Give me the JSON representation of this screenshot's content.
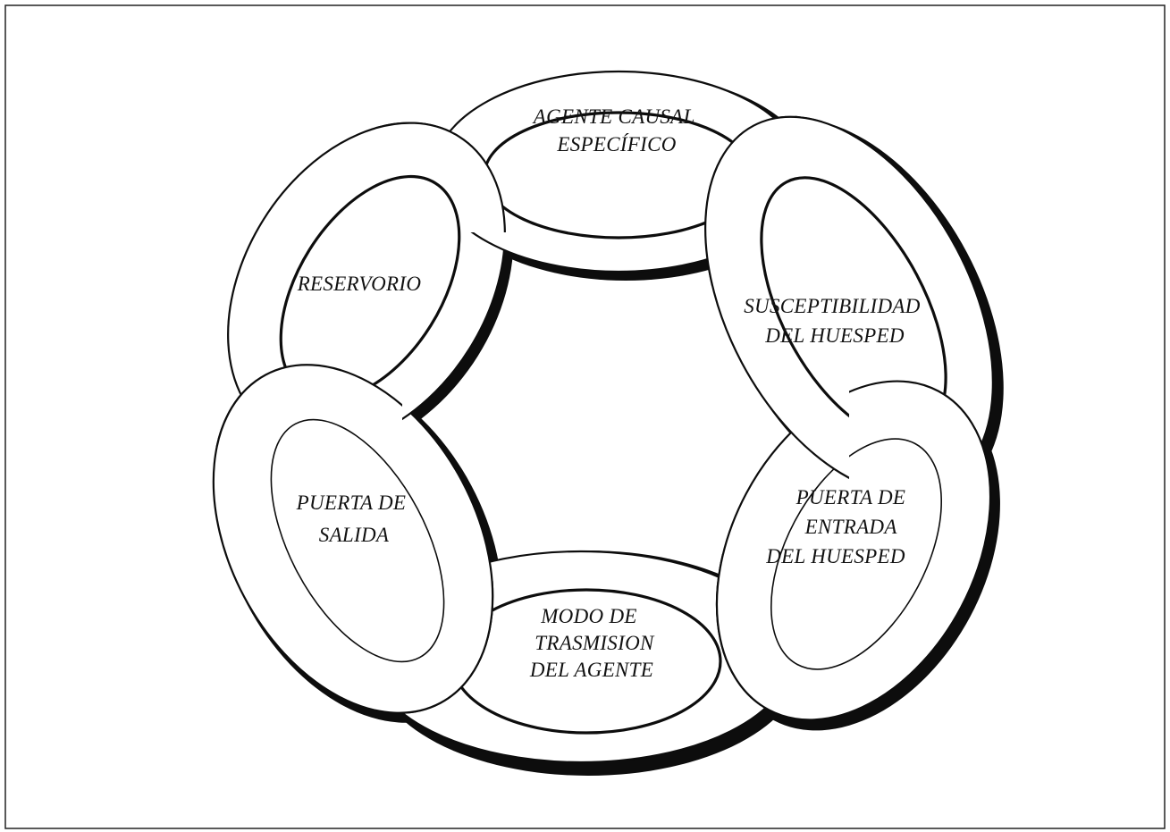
{
  "diagram": {
    "type": "chain-of-infection",
    "ink_color": "#0d0d0d",
    "paper_color": "#ffffff",
    "links": [
      {
        "id": "agente",
        "lines": [
          "AGENTE CAUSAL",
          "ESPECÍFICO"
        ]
      },
      {
        "id": "susceptibilidad",
        "lines": [
          "SUSCEPTIBILIDAD",
          "DEL HUESPED"
        ]
      },
      {
        "id": "entrada",
        "lines": [
          "PUERTA  DE",
          "ENTRADA",
          "DEL  HUESPED"
        ]
      },
      {
        "id": "modo",
        "lines": [
          "MODO DE",
          "TRASMISION",
          "DEL AGENTE"
        ]
      },
      {
        "id": "salida",
        "lines": [
          "PUERTA DE",
          "SALIDA"
        ]
      },
      {
        "id": "reservorio",
        "lines": [
          "RESERVORIO"
        ]
      }
    ]
  }
}
